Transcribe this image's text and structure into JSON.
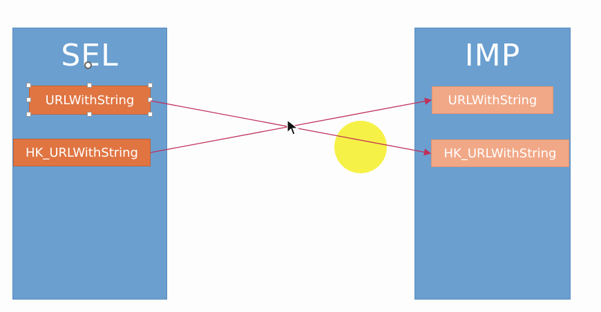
{
  "sel": {
    "title": "SEL",
    "methods": [
      "URLWithString",
      "HK_URLWithString"
    ]
  },
  "imp": {
    "title": "IMP",
    "methods": [
      "URLWithString",
      "HK_URLWithString"
    ]
  },
  "colors": {
    "panel": "#6a9fd0",
    "method_dark": "#e07542",
    "method_light": "#f1a887",
    "arrow": "#c0305a",
    "highlight": "#f5f032"
  },
  "icons": {
    "cursor": "arrow-cursor-icon",
    "rotate": "rotate-handle-icon"
  }
}
